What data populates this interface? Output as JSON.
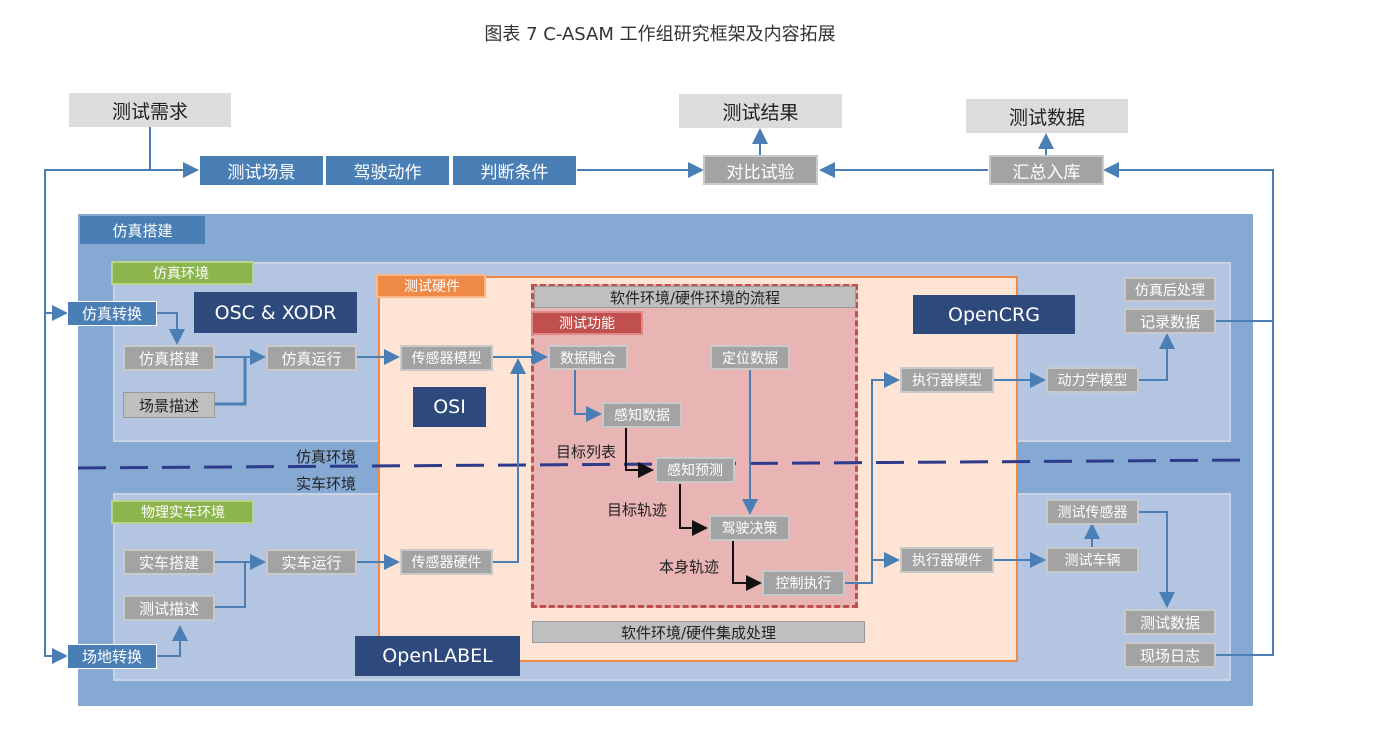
{
  "title": "图表 7 C-ASAM 工作组研究框架及内容拓展",
  "top": {
    "test_demand": "测试需求",
    "test_result": "测试结果",
    "test_data": "测试数据",
    "test_scene": "测试场景",
    "drive_action": "驾驶动作",
    "judge_condition": "判断条件",
    "compare_test": "对比试验",
    "summary_store": "汇总入库"
  },
  "sim_build_tab": "仿真搭建",
  "sim_env": {
    "label": "仿真环境",
    "sim_convert": "仿真转换",
    "osc_xodr": "OSC & XODR",
    "sim_build": "仿真搭建",
    "sim_run": "仿真运行",
    "scene_desc": "场景描述",
    "post_process": "仿真后处理",
    "record_data": "记录数据",
    "opencrg": "OpenCRG",
    "actuator_model": "执行器模型",
    "dynamics_model": "动力学模型"
  },
  "divider": {
    "upper": "仿真环境",
    "lower": "实车环境"
  },
  "real_env": {
    "label": "物理实车环境",
    "real_build": "实车搭建",
    "real_run": "实车运行",
    "test_desc": "测试描述",
    "site_convert": "场地转换",
    "openlabel": "OpenLABEL",
    "actuator_hw": "执行器硬件",
    "test_sensor": "测试传感器",
    "test_vehicle": "测试车辆",
    "test_data": "测试数据",
    "site_log": "现场日志"
  },
  "hardware": {
    "label": "测试硬件",
    "flow_title": "软件环境/硬件环境的流程",
    "integration": "软件环境/硬件集成处理",
    "sensor_model": "传感器模型",
    "sensor_hw": "传感器硬件",
    "osi": "OSI"
  },
  "function": {
    "label": "测试功能",
    "data_fusion": "数据融合",
    "location_data": "定位数据",
    "perception_data": "感知数据",
    "target_list": "目标列表",
    "perception_predict": "感知预测",
    "target_track": "目标轨迹",
    "drive_decision": "驾驶决策",
    "self_track": "本身轨迹",
    "control_exec": "控制执行"
  },
  "colors": {
    "outer_panel": "#85a9d3",
    "inner_panel": "#b3c5e0",
    "hardware_panel": "#fde4d5",
    "hardware_border": "#ee8a45",
    "function_panel": "#e8b4b4",
    "function_border": "#c0504d",
    "arrow_blue": "#4a7fb5",
    "divider": "#2e3a8c"
  }
}
